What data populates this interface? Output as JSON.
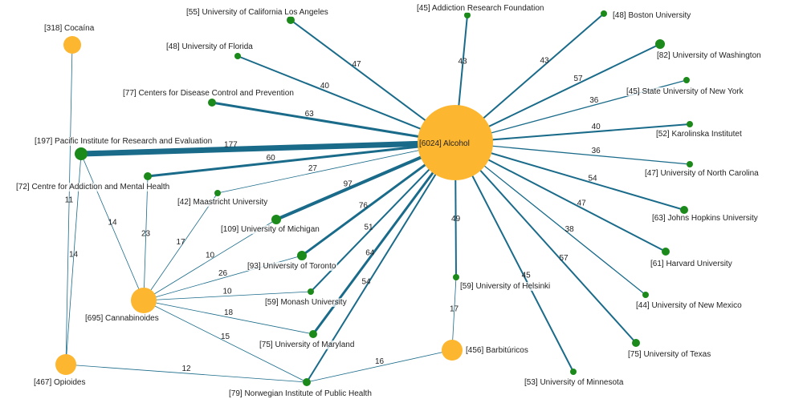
{
  "colors": {
    "edge": "#1a6b8a",
    "topic": "#fdb62f",
    "institution": "#1b8a1b",
    "label_bg": "#ffffff"
  },
  "nodes": [
    {
      "id": "alcohol",
      "label": "[6024] Alcohol",
      "kind": "topic"
    },
    {
      "id": "cocaina",
      "label": "[318] Cocaína",
      "kind": "topic"
    },
    {
      "id": "cannabinoides",
      "label": "[695] Cannabinoides",
      "kind": "topic"
    },
    {
      "id": "opioides",
      "label": "[467] Opioides",
      "kind": "topic"
    },
    {
      "id": "barbituricos",
      "label": "[456] Barbitúricos",
      "kind": "topic"
    },
    {
      "id": "pire",
      "label": "[197] Pacific Institute for Research and Evaluation",
      "kind": "institution"
    },
    {
      "id": "ucla",
      "label": "[55] University of California Los Angeles",
      "kind": "institution"
    },
    {
      "id": "arf",
      "label": "[45] Addiction Research Foundation",
      "kind": "institution"
    },
    {
      "id": "bu",
      "label": "[48] Boston University",
      "kind": "institution"
    },
    {
      "id": "uf",
      "label": "[48] University of Florida",
      "kind": "institution"
    },
    {
      "id": "uw",
      "label": "[82] University of Washington",
      "kind": "institution"
    },
    {
      "id": "cdc",
      "label": "[77] Centers for Disease Control and Prevention",
      "kind": "institution"
    },
    {
      "id": "suny",
      "label": "[45] State University of New York",
      "kind": "institution"
    },
    {
      "id": "ki",
      "label": "[52] Karolinska Institutet",
      "kind": "institution"
    },
    {
      "id": "cama",
      "label": "[72] Centre for Addiction and Mental Health",
      "kind": "institution"
    },
    {
      "id": "unc",
      "label": "[47] University of North Carolina",
      "kind": "institution"
    },
    {
      "id": "maastricht",
      "label": "[42] Maastricht University",
      "kind": "institution"
    },
    {
      "id": "jhu",
      "label": "[63] Johns Hopkins University",
      "kind": "institution"
    },
    {
      "id": "umich",
      "label": "[109] University of Michigan",
      "kind": "institution"
    },
    {
      "id": "harvard",
      "label": "[61] Harvard University",
      "kind": "institution"
    },
    {
      "id": "toronto",
      "label": "[93] University of Toronto",
      "kind": "institution"
    },
    {
      "id": "helsinki",
      "label": "[59] University of Helsinki",
      "kind": "institution"
    },
    {
      "id": "unm",
      "label": "[44] University of New Mexico",
      "kind": "institution"
    },
    {
      "id": "monash",
      "label": "[59] Monash University",
      "kind": "institution"
    },
    {
      "id": "utexas",
      "label": "[75] University of Texas",
      "kind": "institution"
    },
    {
      "id": "umd",
      "label": "[75] University of Maryland",
      "kind": "institution"
    },
    {
      "id": "umn",
      "label": "[53] University of Minnesota",
      "kind": "institution"
    },
    {
      "id": "niph",
      "label": "[79] Norwegian Institute of Public Health",
      "kind": "institution"
    }
  ],
  "edges": [
    {
      "from": "alcohol",
      "to": "pire",
      "weight": 177
    },
    {
      "from": "alcohol",
      "to": "ucla",
      "weight": 47
    },
    {
      "from": "alcohol",
      "to": "arf",
      "weight": 43
    },
    {
      "from": "alcohol",
      "to": "bu",
      "weight": 43
    },
    {
      "from": "alcohol",
      "to": "uf",
      "weight": 40
    },
    {
      "from": "alcohol",
      "to": "uw",
      "weight": 57
    },
    {
      "from": "alcohol",
      "to": "cdc",
      "weight": 63
    },
    {
      "from": "alcohol",
      "to": "suny",
      "weight": 36
    },
    {
      "from": "alcohol",
      "to": "ki",
      "weight": 40
    },
    {
      "from": "alcohol",
      "to": "unc",
      "weight": 36
    },
    {
      "from": "alcohol",
      "to": "cama",
      "weight": 60
    },
    {
      "from": "alcohol",
      "to": "maastricht",
      "weight": 27
    },
    {
      "from": "alcohol",
      "to": "jhu",
      "weight": 54
    },
    {
      "from": "alcohol",
      "to": "umich",
      "weight": 97
    },
    {
      "from": "alcohol",
      "to": "harvard",
      "weight": 47
    },
    {
      "from": "alcohol",
      "to": "unm",
      "weight": 38
    },
    {
      "from": "alcohol",
      "to": "toronto",
      "weight": 76
    },
    {
      "from": "alcohol",
      "to": "helsinki",
      "weight": 49
    },
    {
      "from": "alcohol",
      "to": "utexas",
      "weight": 57
    },
    {
      "from": "alcohol",
      "to": "monash",
      "weight": 51
    },
    {
      "from": "alcohol",
      "to": "umn",
      "weight": 45
    },
    {
      "from": "alcohol",
      "to": "umd",
      "weight": 64
    },
    {
      "from": "alcohol",
      "to": "niph",
      "weight": 54
    },
    {
      "from": "cocaina",
      "to": "opioides",
      "weight": 11
    },
    {
      "from": "pire",
      "to": "opioides",
      "weight": 14
    },
    {
      "from": "pire",
      "to": "cannabinoides",
      "weight": 14
    },
    {
      "from": "cama",
      "to": "cannabinoides",
      "weight": 23
    },
    {
      "from": "maastricht",
      "to": "cannabinoides",
      "weight": 17
    },
    {
      "from": "umich",
      "to": "cannabinoides",
      "weight": 10
    },
    {
      "from": "toronto",
      "to": "cannabinoides",
      "weight": 26
    },
    {
      "from": "monash",
      "to": "cannabinoides",
      "weight": 10
    },
    {
      "from": "umd",
      "to": "cannabinoides",
      "weight": 18
    },
    {
      "from": "niph",
      "to": "cannabinoides",
      "weight": 15
    },
    {
      "from": "opioides",
      "to": "niph",
      "weight": 12
    },
    {
      "from": "barbituricos",
      "to": "niph",
      "weight": 16
    },
    {
      "from": "helsinki",
      "to": "barbituricos",
      "weight": 17
    }
  ]
}
